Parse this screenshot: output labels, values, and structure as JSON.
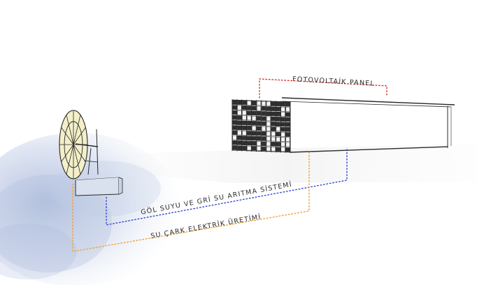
{
  "labels": {
    "panel": "FOTOVOLTAİK PANEL",
    "water_treatment": "GÖL SUYU VE GRİ SU ARITMA SİSTEMİ",
    "water_wheel": "SU ÇARK ELEKTRİK ÜRETİMİ"
  },
  "colors": {
    "panel_line": "#d9342b",
    "treatment_line": "#3344cc",
    "wheel_line": "#f0a030",
    "water": "#b9c6e0",
    "wheel_fill": "#f3efc8",
    "ink": "#2a2a2a"
  }
}
